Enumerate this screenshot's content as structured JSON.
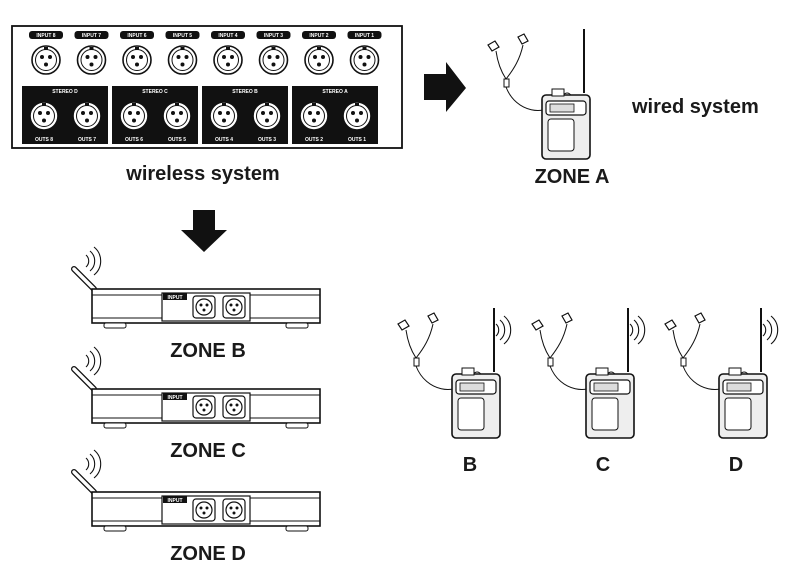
{
  "panel": {
    "inputs": [
      "INPUT 8",
      "INPUT 7",
      "INPUT 6",
      "INPUT 5",
      "INPUT 4",
      "INPUT 3",
      "INPUT 2",
      "INPUT 1"
    ],
    "stereo": [
      "STEREO D",
      "STEREO C",
      "STEREO B",
      "STEREO A"
    ],
    "outs": [
      "OUTS 8",
      "OUTS 7",
      "OUTS 6",
      "OUTS 5",
      "OUTS 4",
      "OUTS 3",
      "OUTS 2",
      "OUTS 1"
    ]
  },
  "labels": {
    "wireless": "wireless system",
    "wired": "wired system",
    "zone_a": "ZONE A",
    "zone_b": "ZONE B",
    "zone_c": "ZONE C",
    "zone_d": "ZONE D",
    "receiver_b": "B",
    "receiver_c": "C",
    "receiver_d": "D"
  },
  "transmitters": [
    {
      "input_label": "INPUT",
      "zone_key": "zone_b"
    },
    {
      "input_label": "INPUT",
      "zone_key": "zone_c"
    },
    {
      "input_label": "INPUT",
      "zone_key": "zone_d"
    }
  ],
  "colors": {
    "ink": "#1a1a1a",
    "panel_fill": "#ffffff",
    "device_fill": "#eeeeee"
  }
}
